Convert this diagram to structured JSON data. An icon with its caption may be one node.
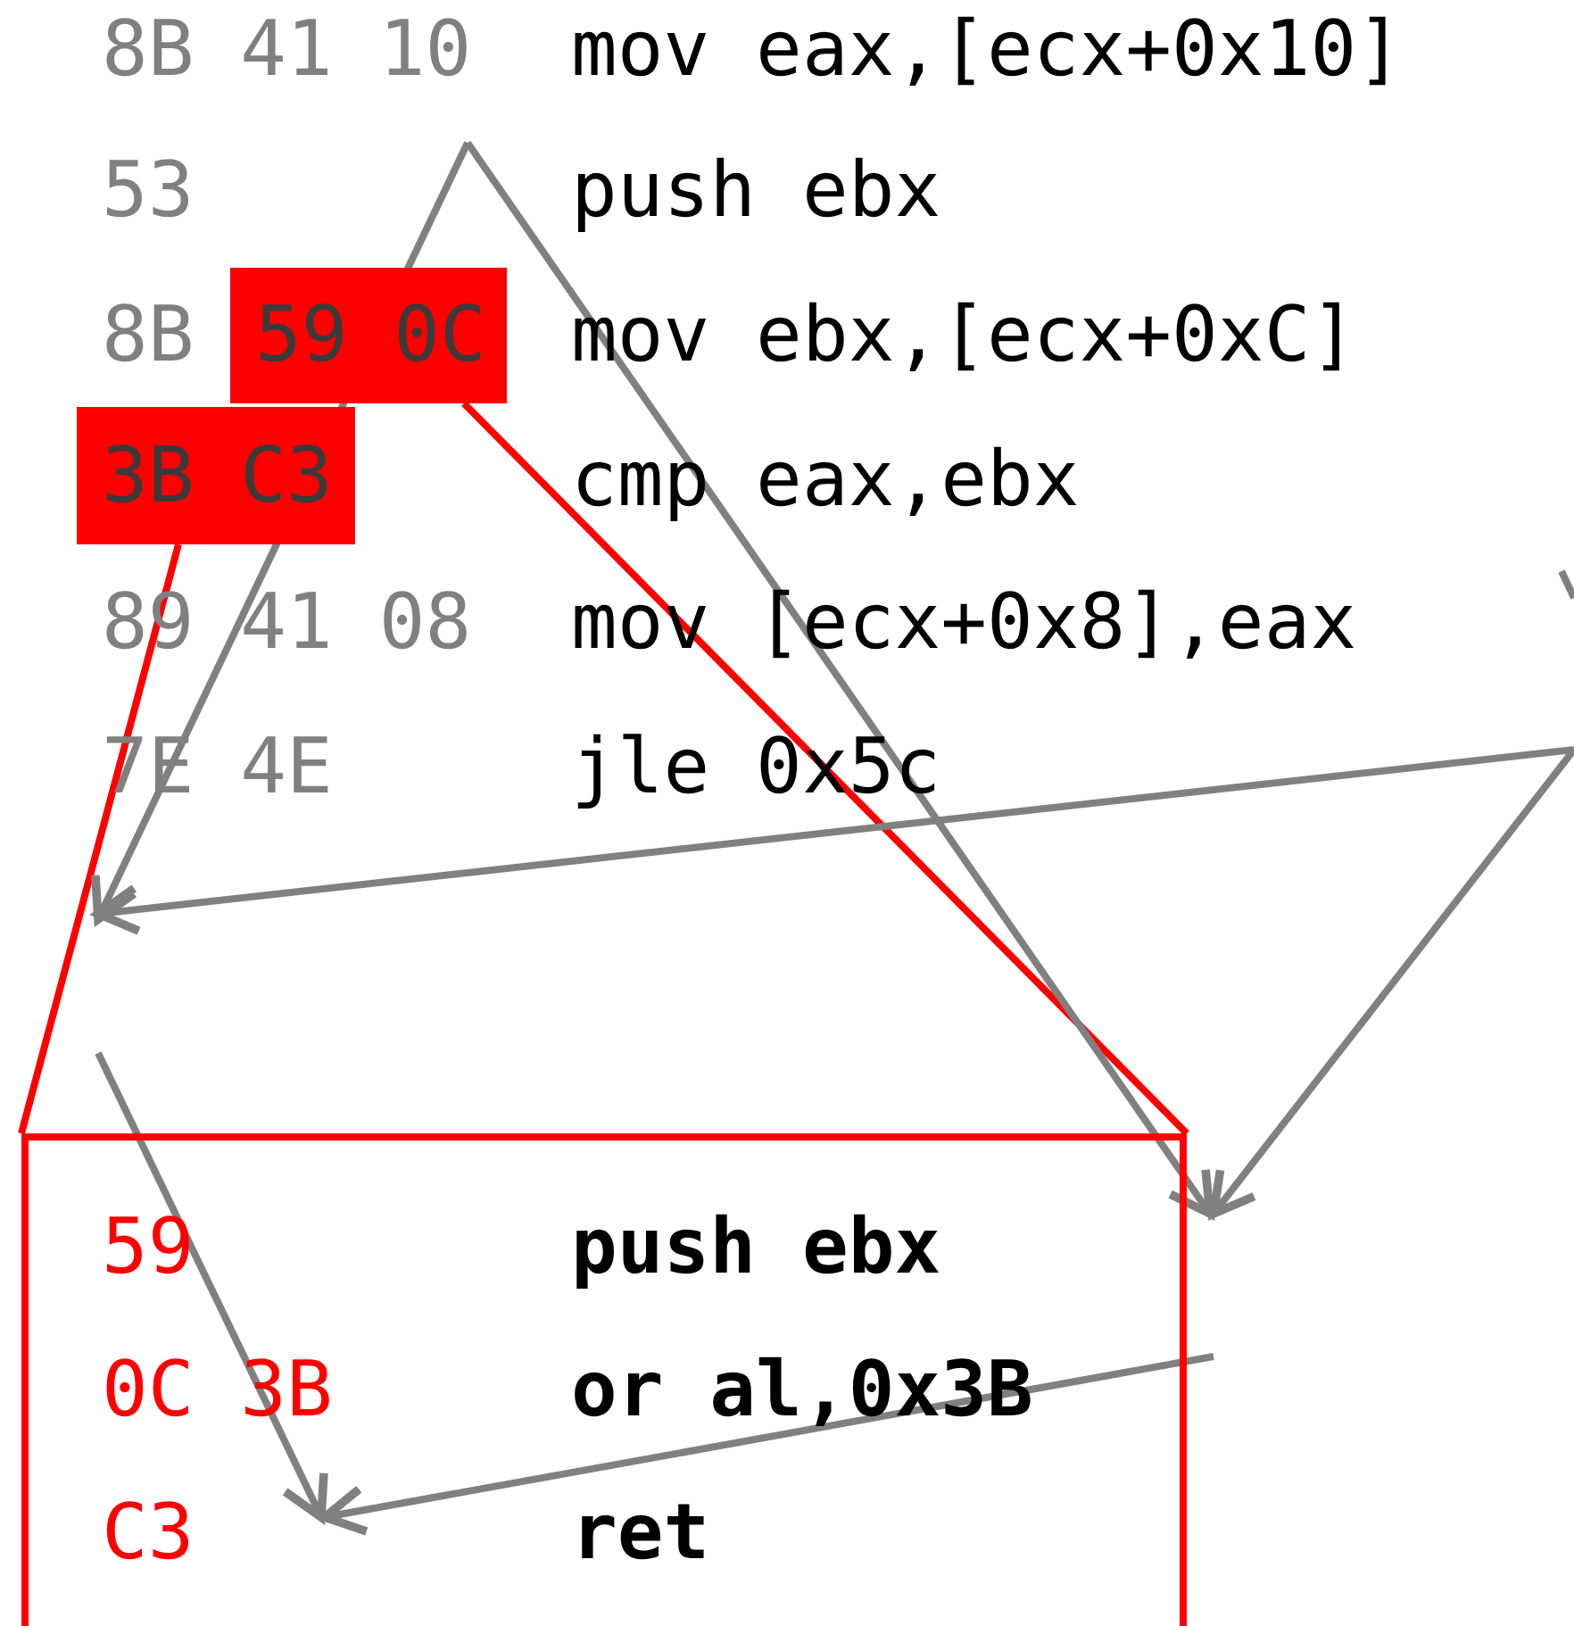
{
  "diagram": {
    "nodes": [
      {
        "text": [
          "59 0C"
        ]
      },
      {
        "text": [
          "3B C3"
        ]
      },
      {
        "text": [
          "59",
          "push ebx",
          "0C 3B",
          "or al,0x3B",
          "C3",
          "ret"
        ]
      }
    ],
    "edges": [
      {
        "from": 0,
        "to": 2,
        "arrow": "none",
        "color": "#ff0000"
      },
      {
        "from": 1,
        "to": 2,
        "arrow": "none",
        "color": "#ff0000"
      }
    ],
    "labels": [
      "8B 41 10",
      "mov eax,[ecx+0x10]",
      "53",
      "push ebx",
      "8B",
      "mov ebx,[ecx+0xC]",
      "cmp eax,ebx",
      "89 41 08",
      "mov [ecx+0x8],eax",
      "7E 4E",
      "jle 0x5c"
    ]
  }
}
